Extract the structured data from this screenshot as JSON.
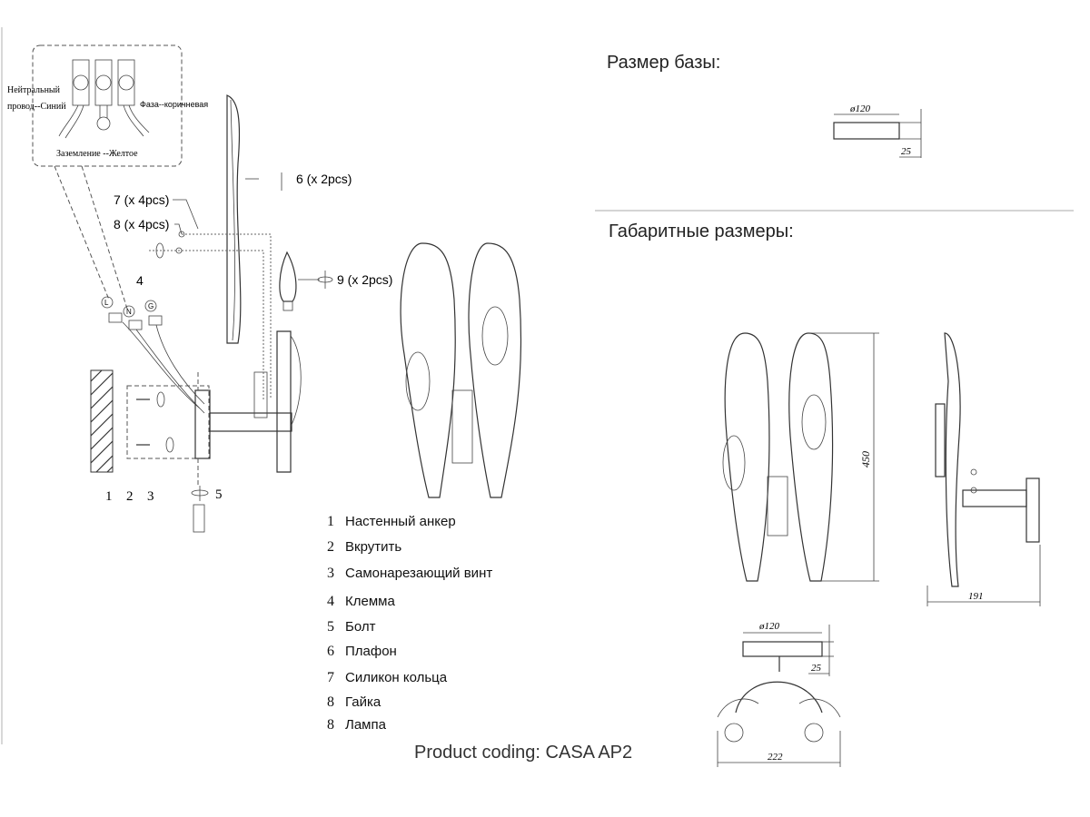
{
  "wiring": {
    "neutral_line1": "Нейтральный",
    "neutral_line2": "провод--Синий",
    "phase": "Фаза--коричневая",
    "ground": "Заземление --Желтое",
    "terminal_letters": [
      "L",
      "N",
      "G"
    ]
  },
  "callouts": {
    "c6": "6 (x 2pcs)",
    "c7": "7 (x 4pcs)",
    "c8": "8 (x 4pcs)",
    "c9": "9 (x 2pcs)",
    "c4": "4",
    "c1": "1",
    "c2": "2",
    "c3": "3",
    "c5": "5"
  },
  "legend": [
    {
      "num": "1",
      "label": "Настенный анкер"
    },
    {
      "num": "2",
      "label": "Вкрутить"
    },
    {
      "num": "3",
      "label": "Самонарезающий винт"
    },
    {
      "num": "4",
      "label": "Клемма"
    },
    {
      "num": "5",
      "label": "Болт"
    },
    {
      "num": "6",
      "label": "Плафон"
    },
    {
      "num": "7",
      "label": "Силикон кольца"
    },
    {
      "num": "8",
      "label": "Гайка"
    },
    {
      "num": "8",
      "label": "Лампа"
    }
  ],
  "product_coding": "Product coding: CASA AP2",
  "base_size": {
    "heading": "Размер базы:",
    "diameter": "ø120",
    "height": "25"
  },
  "overall_size": {
    "heading": "Габаритные размеры:",
    "height": "450",
    "depth": "191",
    "width": "222",
    "base_diameter": "ø120",
    "base_height": "25"
  }
}
